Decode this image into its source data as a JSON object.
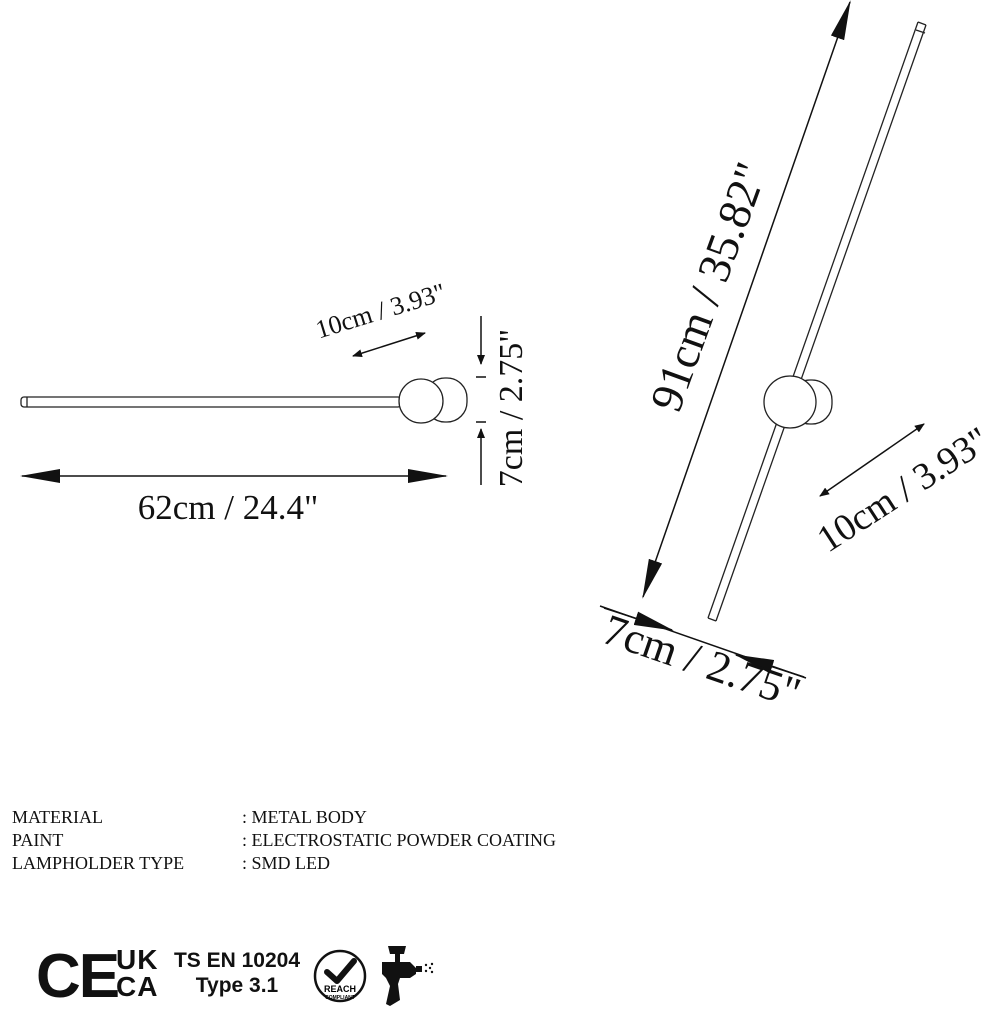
{
  "dimensions": {
    "horizontal_length": "62cm / 24.4\"",
    "horizontal_depth": "10cm / 3.93\"",
    "horizontal_base": "7cm / 2.75\"",
    "diagonal_length": "91cm / 35.82\"",
    "diagonal_depth": "10cm / 3.93\"",
    "diagonal_base": "7cm / 2.75\""
  },
  "specs": [
    {
      "label": "MATERIAL",
      "value": ": METAL BODY"
    },
    {
      "label": "PAINT",
      "value": ": ELECTROSTATIC POWDER COATING"
    },
    {
      "label": "LAMPHOLDER TYPE",
      "value": ": SMD LED"
    }
  ],
  "certifications": {
    "ce": "CE",
    "uk_line1": "UK",
    "uk_line2": "CA",
    "standard": "TS EN 10204",
    "standard_type": "Type 3.1",
    "reach_label": "REACH",
    "reach_sub": "COMPLIANT"
  },
  "icons": [
    "check-badge-icon",
    "spray-gun-icon"
  ],
  "colors": {
    "ink": "#111111",
    "background": "#ffffff"
  }
}
